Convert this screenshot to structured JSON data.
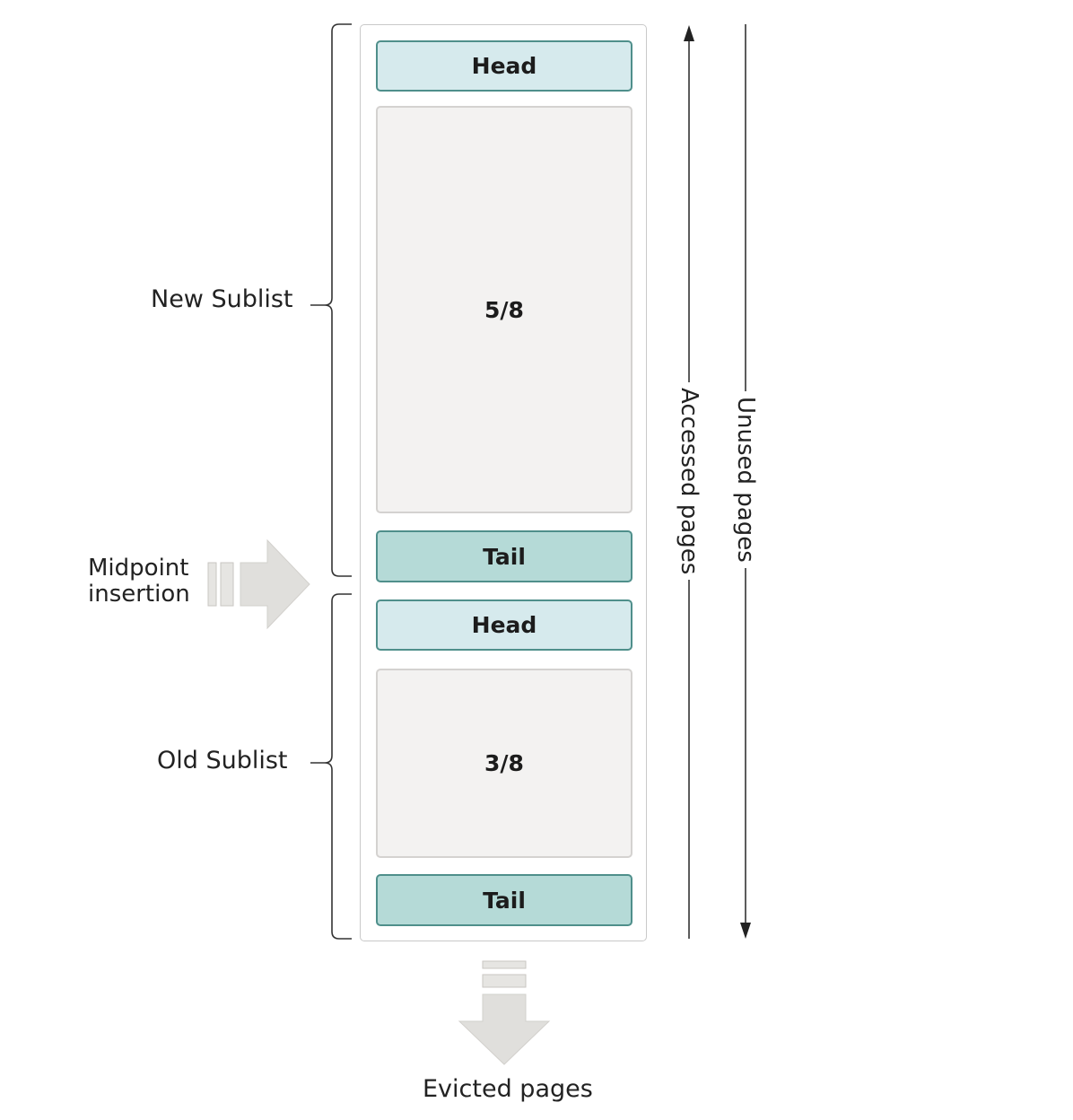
{
  "buffer_pool": {
    "new_sublist": {
      "label": "New Sublist",
      "head": "Head",
      "fraction": "5/8",
      "tail": "Tail"
    },
    "old_sublist": {
      "label": "Old Sublist",
      "head": "Head",
      "fraction": "3/8",
      "tail": "Tail"
    }
  },
  "midpoint": {
    "line1": "Midpoint",
    "line2": "insertion"
  },
  "arrows": {
    "accessed": "Accessed pages",
    "unused": "Unused pages"
  },
  "evicted": "Evicted pages",
  "colors": {
    "head_fill": "#d6eaed",
    "tail_fill": "#b5dad7",
    "block_border": "#4f8f8b",
    "body_fill": "#f3f2f1",
    "arrow_fill": "#e0dfdc"
  }
}
